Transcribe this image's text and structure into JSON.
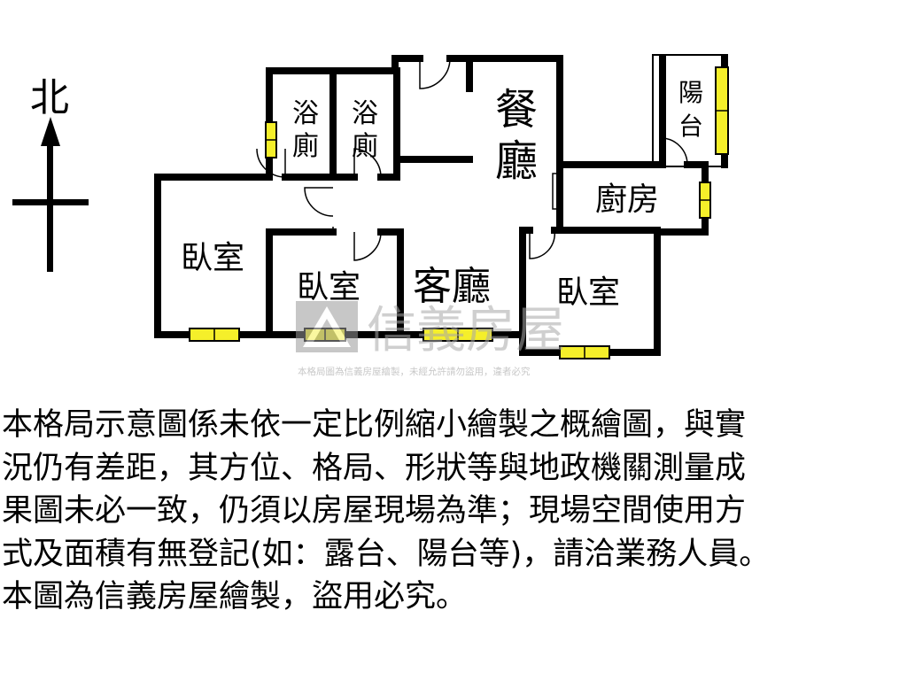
{
  "compass": {
    "label": "北"
  },
  "rooms": {
    "bath1_top": "浴",
    "bath1_bottom": "廁",
    "bath2_top": "浴",
    "bath2_bottom": "廁",
    "dining_top": "餐",
    "dining_bottom": "廳",
    "balcony_top": "陽",
    "balcony_bottom": "台",
    "kitchen": "廚房",
    "bedroom_left": "臥室",
    "bedroom_middle": "臥室",
    "living": "客廳",
    "bedroom_right": "臥室"
  },
  "watermark": {
    "brand": "信義房屋",
    "note": "本格局圖為信義房屋繪製，未經允許請勿盜用，違者必究"
  },
  "disclaimer": {
    "lines": [
      "本格局示意圖係未依一定比例縮小繪製之概繪圖，與實",
      "況仍有差距，其方位、格局、形狀等與地政機關測量成",
      "果圖未必一致，仍須以房屋現場為準；現場空間使用方",
      "式及面積有無登記(如：露台、陽台等)，請洽業務人員。",
      "本圖為信義房屋繪製，盜用必究。"
    ]
  }
}
